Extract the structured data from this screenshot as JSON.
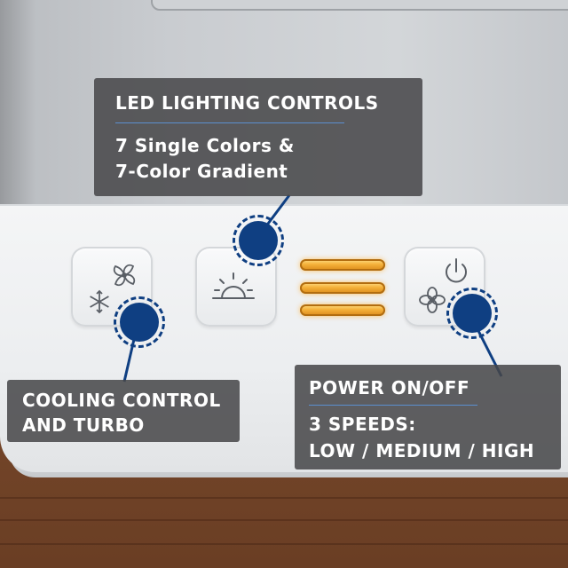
{
  "callouts": {
    "led": {
      "title": "LED LIGHTING CONTROLS",
      "desc": "7 Single Colors &\n7-Color Gradient"
    },
    "cooling": {
      "title": "COOLING CONTROL\nAND TURBO"
    },
    "power": {
      "title": "POWER ON/OFF",
      "desc": "3 SPEEDS:\nLOW / MEDIUM / HIGH"
    }
  },
  "icons": {
    "cooling_button": [
      "fan-icon",
      "snowflake-icon"
    ],
    "light_button": [
      "sunrise-icon"
    ],
    "power_button": [
      "power-icon",
      "fan-icon"
    ]
  },
  "led_bar_count": 3,
  "colors": {
    "hotspot": "#0f3f82",
    "callout_bg": "#464648",
    "callout_rule": "#5b8fd0",
    "led_glow": "#f5b13a"
  }
}
